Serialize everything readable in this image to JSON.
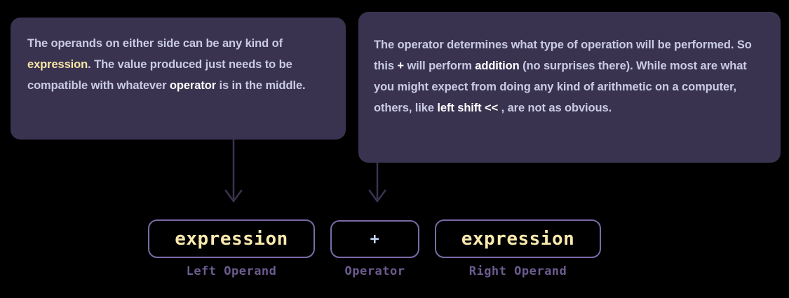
{
  "theme": {
    "background": "#000000",
    "card_bg": "#3a3350",
    "body_text": "#c9cbe4",
    "highlight_yellow": "#f7e7a6",
    "strong_white": "#ffffff",
    "box_border": "#7b6aa7",
    "operand_text": "#fae9ae",
    "operator_text": "#c2d6f6",
    "caption_text": "#6c5c90",
    "arrow_color": "#3a3350"
  },
  "callouts": [
    {
      "id": "operands-callout",
      "segments": [
        {
          "text": "The operands on either side can be any kind of ",
          "style": "normal"
        },
        {
          "text": "expression",
          "style": "expression"
        },
        {
          "text": ". The value produced just needs to be compatible with whatever ",
          "style": "normal"
        },
        {
          "text": "operator",
          "style": "strong"
        },
        {
          "text": " is in the middle.",
          "style": "normal"
        }
      ]
    },
    {
      "id": "operator-callout",
      "segments": [
        {
          "text": "The operator determines what type of operation will be performed. So this ",
          "style": "normal"
        },
        {
          "text": "+",
          "style": "strong"
        },
        {
          "text": " will perform ",
          "style": "normal"
        },
        {
          "text": "addition",
          "style": "strong"
        },
        {
          "text": " (no surprises there). While most are what you might expect from doing any kind of arithmetic on a computer, others, like ",
          "style": "normal"
        },
        {
          "text": "left shift <<",
          "style": "strong"
        },
        {
          "text": " , are not as obvious.",
          "style": "normal"
        }
      ]
    }
  ],
  "arrows": [
    {
      "id": "arrow-to-left-operand",
      "name": "down-arrow-icon"
    },
    {
      "id": "arrow-to-operator",
      "name": "down-arrow-icon"
    }
  ],
  "tokens": [
    {
      "id": "left-operand",
      "value": "expression",
      "caption": "Left Operand",
      "kind": "operand"
    },
    {
      "id": "operator",
      "value": "+",
      "caption": "Operator",
      "kind": "operator"
    },
    {
      "id": "right-operand",
      "value": "expression",
      "caption": "Right Operand",
      "kind": "operand"
    }
  ]
}
